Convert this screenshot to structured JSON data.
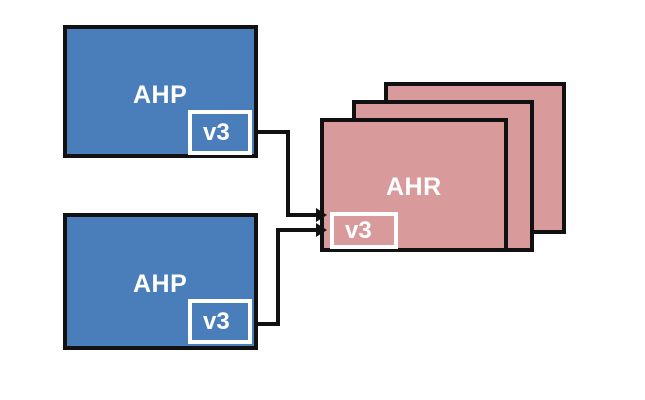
{
  "diagram": {
    "title": "AHP to AHR replication diagram",
    "background_color": "#ffffff",
    "colors": {
      "source_fill": "#4a7ebb",
      "target_fill": "#d99a9c",
      "outline": "#111111",
      "chip_outline": "#ffffff",
      "label_text": "#ffffff"
    },
    "nodes": {
      "ahp_top": {
        "label": "AHP",
        "version": "v3"
      },
      "ahp_bottom": {
        "label": "AHP",
        "version": "v3"
      },
      "ahr_stack": {
        "label": "AHR",
        "version": "v3",
        "layer_count": 3
      }
    },
    "connectors": [
      {
        "from": "ahp_top",
        "to": "ahr_stack",
        "arrow": "true"
      },
      {
        "from": "ahp_bottom",
        "to": "ahr_stack",
        "arrow": "true"
      }
    ]
  }
}
